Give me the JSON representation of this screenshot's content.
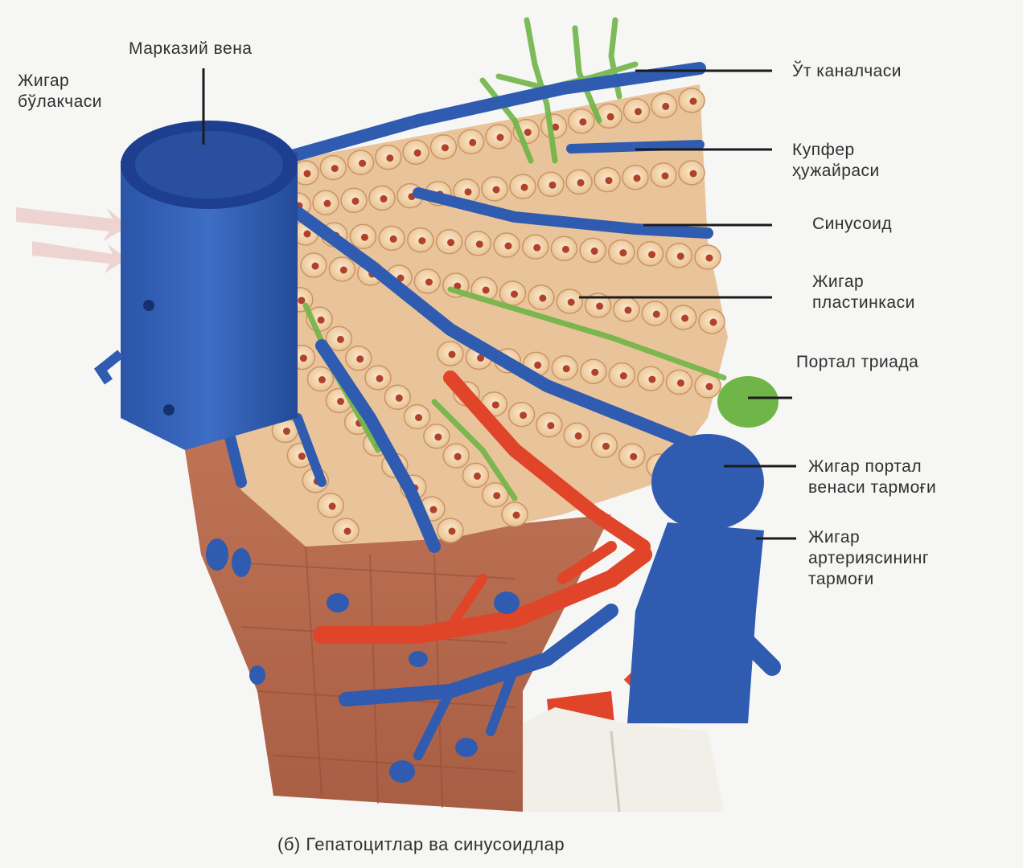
{
  "caption": "(б) Гепатоцитлар ва синусоидлар",
  "labels": {
    "central_vein": "Марказий вена",
    "bile_ductules": "Жигар\nбўлакчаси",
    "bile_canals": "Ўт каналчаси",
    "kupffer_cells": "Купфер\nҳужайраси",
    "sinusoid": "Синусоид",
    "liver_plates": "Жигар\nпластинкаси",
    "portal_triad": "Портал триада",
    "portal_vein_branch": "Жигар портал\nвенаси тармоғи",
    "hepatic_artery_branch": "Жигар\nартериясининг\nтармоғи"
  },
  "colors": {
    "vein": "#2f5bb0",
    "vein_dark": "#1e3f8f",
    "artery": "#e0452a",
    "bile": "#6fb547",
    "hepatocyte": "#f3d7b0",
    "tissue": "#b96a4e"
  }
}
